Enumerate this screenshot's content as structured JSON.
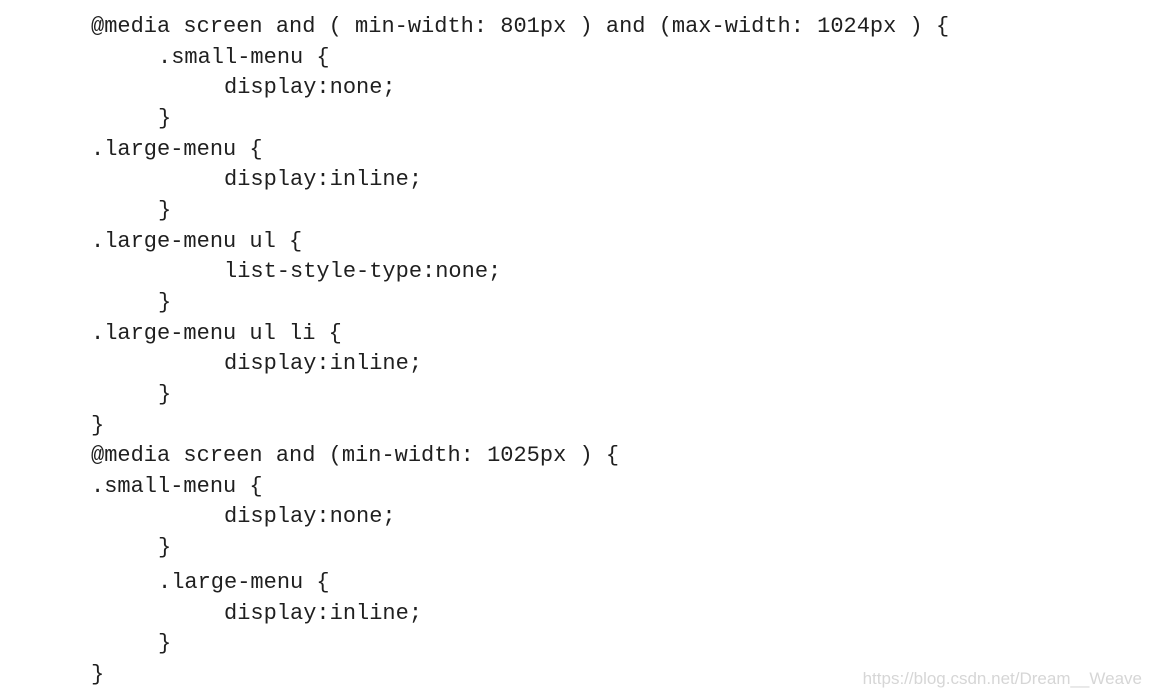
{
  "code_lines": [
    "@media screen and ( min-width: 801px ) and (max-width: 1024px ) {",
    ".small-menu {",
    "display:none;",
    "}",
    ".large-menu {",
    "display:inline;",
    "}",
    ".large-menu ul {",
    "list-style-type:none;",
    "}",
    ".large-menu ul li {",
    "display:inline;",
    "}",
    "}",
    "@media screen and (min-width: 1025px ) {",
    ".small-menu {",
    "display:none;",
    "}",
    ".large-menu {",
    "display:inline;",
    "}",
    "}"
  ],
  "watermark": "https://blog.csdn.net/Dream__Weave"
}
